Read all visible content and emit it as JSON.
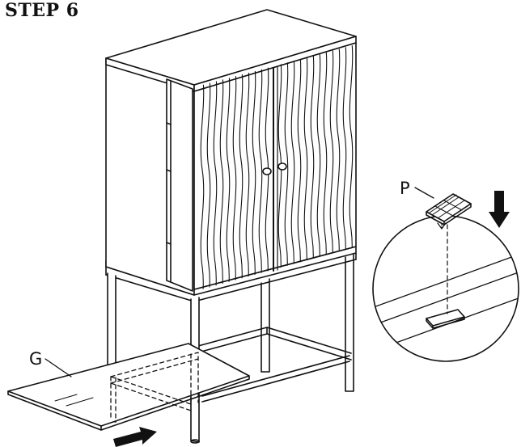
{
  "step": {
    "title": "STEP 6"
  },
  "parts": {
    "glass_shelf_label": "G",
    "pad_label": "P"
  },
  "colors": {
    "line": "#111111",
    "background": "#ffffff"
  }
}
